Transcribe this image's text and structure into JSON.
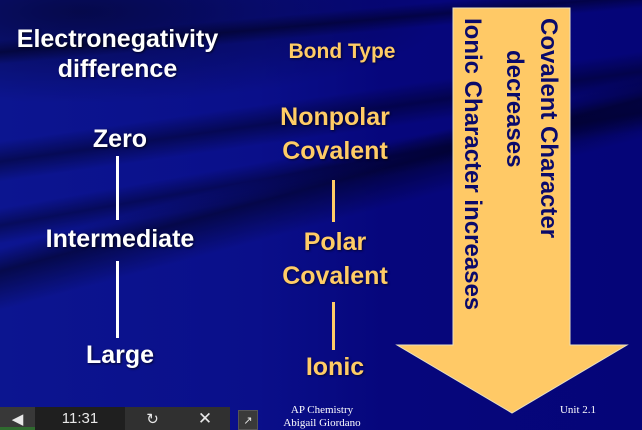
{
  "slide": {
    "headings": {
      "electronegativity": "Electronegativity difference",
      "bond_type": "Bond Type"
    },
    "en_levels": [
      "Zero",
      "Intermediate",
      "Large"
    ],
    "bond_types": [
      "Nonpolar Covalent",
      "Polar Covalent",
      "Ionic"
    ],
    "arrow": {
      "line1": "Covalent Character",
      "line2": "decreases",
      "line3": "Ionic Character increases",
      "color": "#ffc966",
      "text_color": "#0a0a6a"
    },
    "footer": {
      "course_line1": "AP Chemistry",
      "course_line2": "Abigail Giordano",
      "unit": "Unit 2.1"
    },
    "colors": {
      "background": "#06067a",
      "left_text": "#ffffff",
      "right_text": "#ffcc66"
    }
  },
  "toolbar": {
    "sound_icon": "speaker-icon",
    "time": "11:31",
    "loop_icon": "refresh-icon",
    "close_icon": "close-icon",
    "popout_icon": "popout-icon",
    "sound_glyph": "◀",
    "loop_glyph": "↻",
    "close_glyph": "✕",
    "popout_glyph": "↗"
  }
}
